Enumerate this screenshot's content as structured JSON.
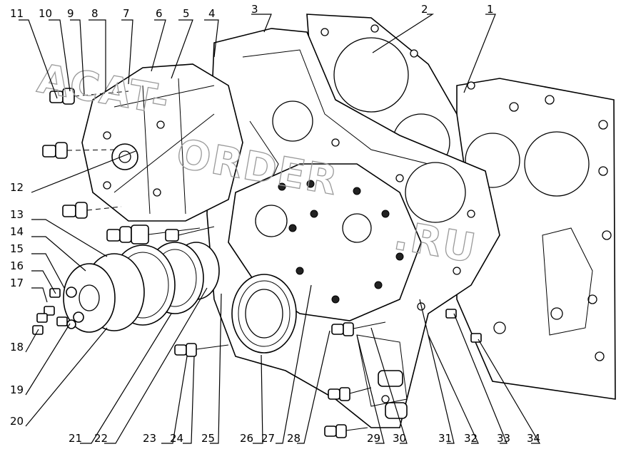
{
  "diagram": {
    "watermark": "ACAT-ORDER.RU",
    "watermark_lines": [
      "ACAT-",
      "ORDER",
      ".RU"
    ],
    "callouts": [
      "1",
      "2",
      "3",
      "4",
      "5",
      "6",
      "7",
      "8",
      "9",
      "10",
      "11",
      "12",
      "13",
      "14",
      "15",
      "16",
      "17",
      "18",
      "19",
      "20",
      "21",
      "22",
      "23",
      "24",
      "25",
      "26",
      "27",
      "28",
      "29",
      "30",
      "31",
      "32",
      "33",
      "34"
    ]
  }
}
